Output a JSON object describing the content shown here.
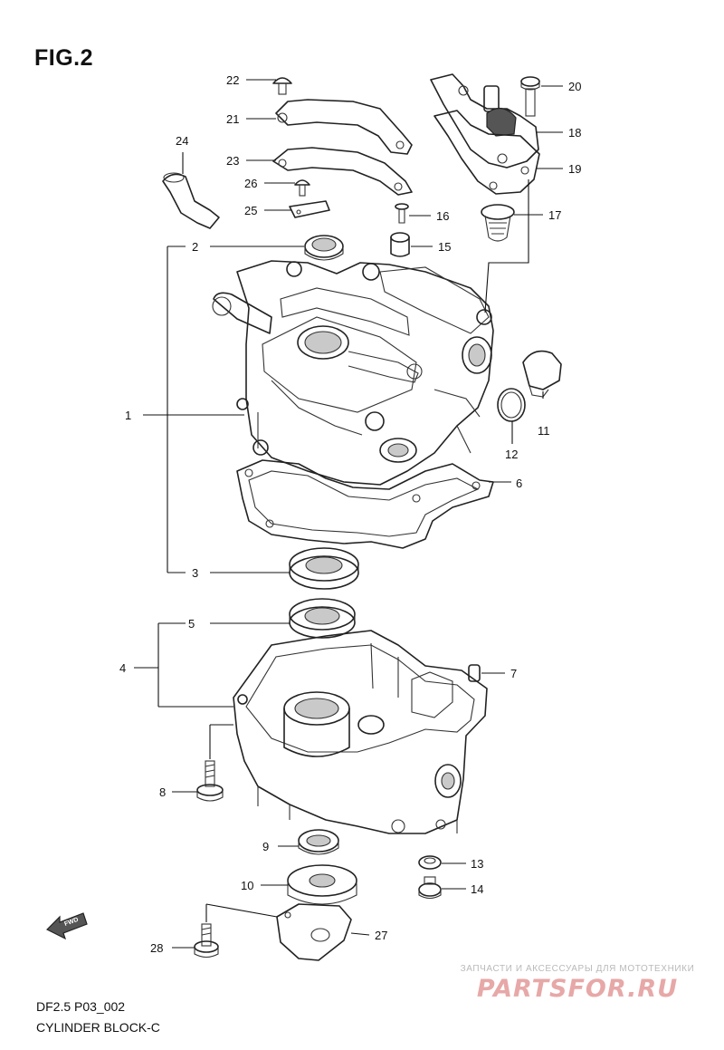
{
  "figure": {
    "title": "FIG.2",
    "code": "DF2.5 P03_002",
    "name": "CYLINDER BLOCK-C",
    "direction_badge": "FWD"
  },
  "watermark": {
    "tagline": "ЗАПЧАСТИ И АКСЕССУАРЫ ДЛЯ МОТОТЕХНИКИ",
    "brand": "PARTSFOR.RU"
  },
  "callouts": [
    {
      "key": "c1",
      "label": "1"
    },
    {
      "key": "c2",
      "label": "2"
    },
    {
      "key": "c3",
      "label": "3"
    },
    {
      "key": "c4",
      "label": "4"
    },
    {
      "key": "c5",
      "label": "5"
    },
    {
      "key": "c6",
      "label": "6"
    },
    {
      "key": "c7",
      "label": "7"
    },
    {
      "key": "c8",
      "label": "8"
    },
    {
      "key": "c9",
      "label": "9"
    },
    {
      "key": "c10",
      "label": "10"
    },
    {
      "key": "c11",
      "label": "11"
    },
    {
      "key": "c12",
      "label": "12"
    },
    {
      "key": "c13",
      "label": "13"
    },
    {
      "key": "c14",
      "label": "14"
    },
    {
      "key": "c15",
      "label": "15"
    },
    {
      "key": "c16",
      "label": "16"
    },
    {
      "key": "c17",
      "label": "17"
    },
    {
      "key": "c18",
      "label": "18"
    },
    {
      "key": "c19",
      "label": "19"
    },
    {
      "key": "c20",
      "label": "20"
    },
    {
      "key": "c21",
      "label": "21"
    },
    {
      "key": "c22",
      "label": "22"
    },
    {
      "key": "c23",
      "label": "23"
    },
    {
      "key": "c24",
      "label": "24"
    },
    {
      "key": "c25",
      "label": "25"
    },
    {
      "key": "c26",
      "label": "26"
    },
    {
      "key": "c27",
      "label": "27"
    },
    {
      "key": "c28",
      "label": "28"
    }
  ]
}
